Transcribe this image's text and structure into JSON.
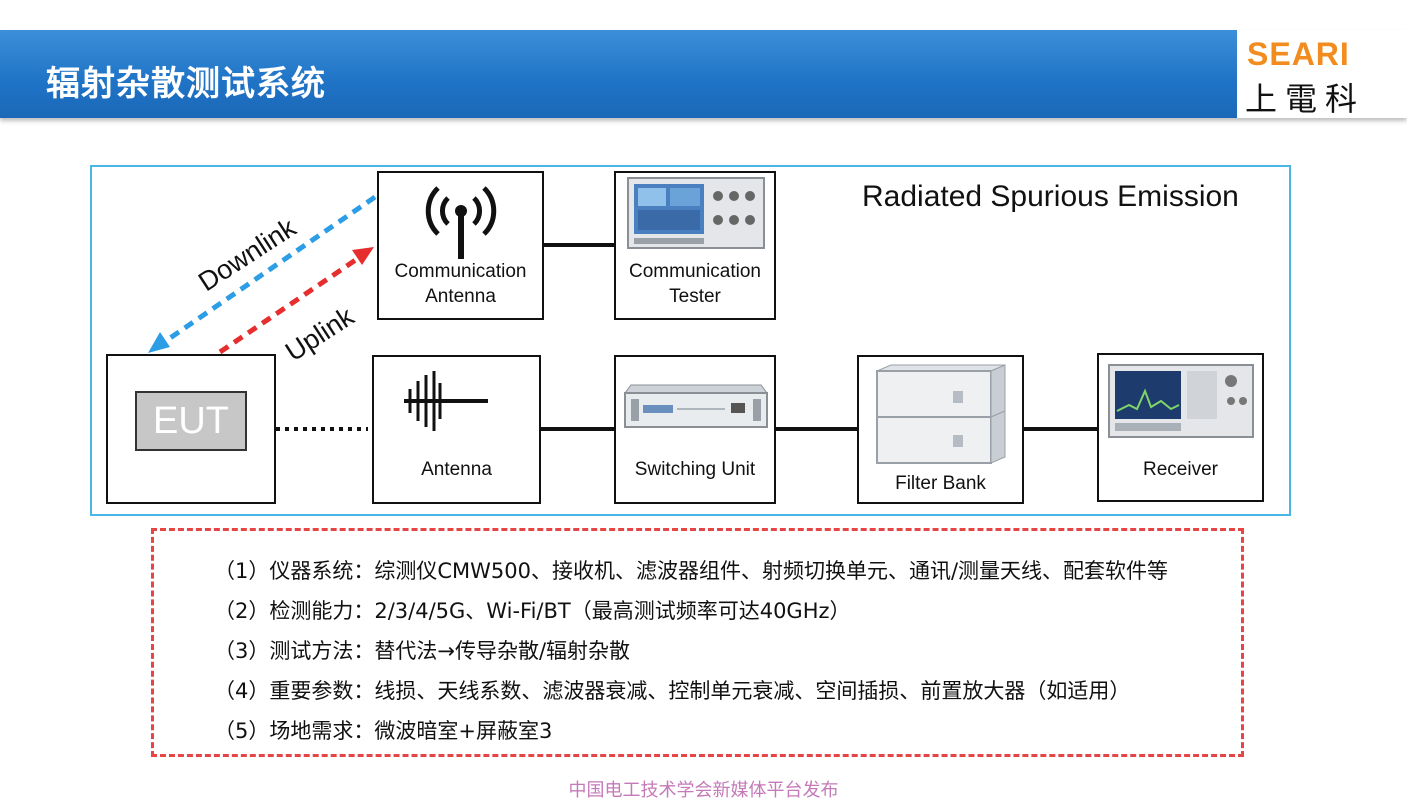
{
  "header": {
    "title": "辐射杂散测试系统",
    "logo_top": "SEARI",
    "logo_bottom": "上電科",
    "bar_color": "#1f73c6",
    "logo_color": "#f28c1e"
  },
  "diagram": {
    "title": "Radiated Spurious Emission",
    "links": {
      "downlink": "Downlink",
      "uplink": "Uplink"
    },
    "nodes": {
      "eut": "EUT",
      "comm_antenna": [
        "Communication",
        "Antenna"
      ],
      "comm_tester": [
        "Communication",
        "Tester"
      ],
      "antenna": "Antenna",
      "switching_unit": "Switching Unit",
      "filter_bank": "Filter Bank",
      "receiver": "Receiver"
    },
    "colors": {
      "downlink": "#2d9ee6",
      "uplink": "#e62e2e",
      "frame": "#4ab6e8"
    }
  },
  "info": {
    "items": [
      "（1）仪器系统：综测仪CMW500、接收机、滤波器组件、射频切换单元、通讯/测量天线、配套软件等",
      "（2）检测能力：2/3/4/5G、Wi-Fi/BT（最高测试频率可达40GHz）",
      "（3）测试方法：替代法→传导杂散/辐射杂散",
      "（4）重要参数：线损、天线系数、滤波器衰减、控制单元衰减、空间插损、前置放大器（如适用）",
      "（5）场地需求：微波暗室+屏蔽室3"
    ],
    "border_color": "#e64545"
  },
  "footer": "中国电工技术学会新媒体平台发布"
}
